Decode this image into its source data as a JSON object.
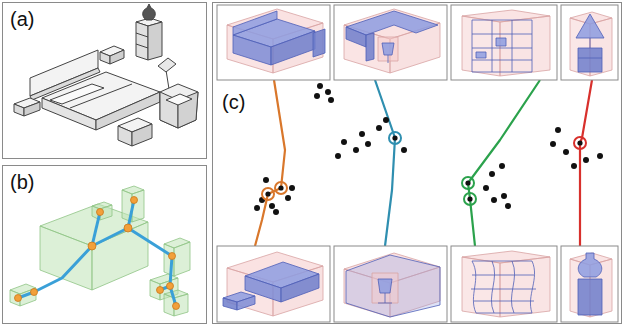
{
  "diagram": {
    "nodes": [
      {
        "text": [
          "(a)"
        ]
      },
      {
        "text": [
          "(b)"
        ]
      },
      {
        "text": [
          "(c)"
        ]
      }
    ]
  }
}
